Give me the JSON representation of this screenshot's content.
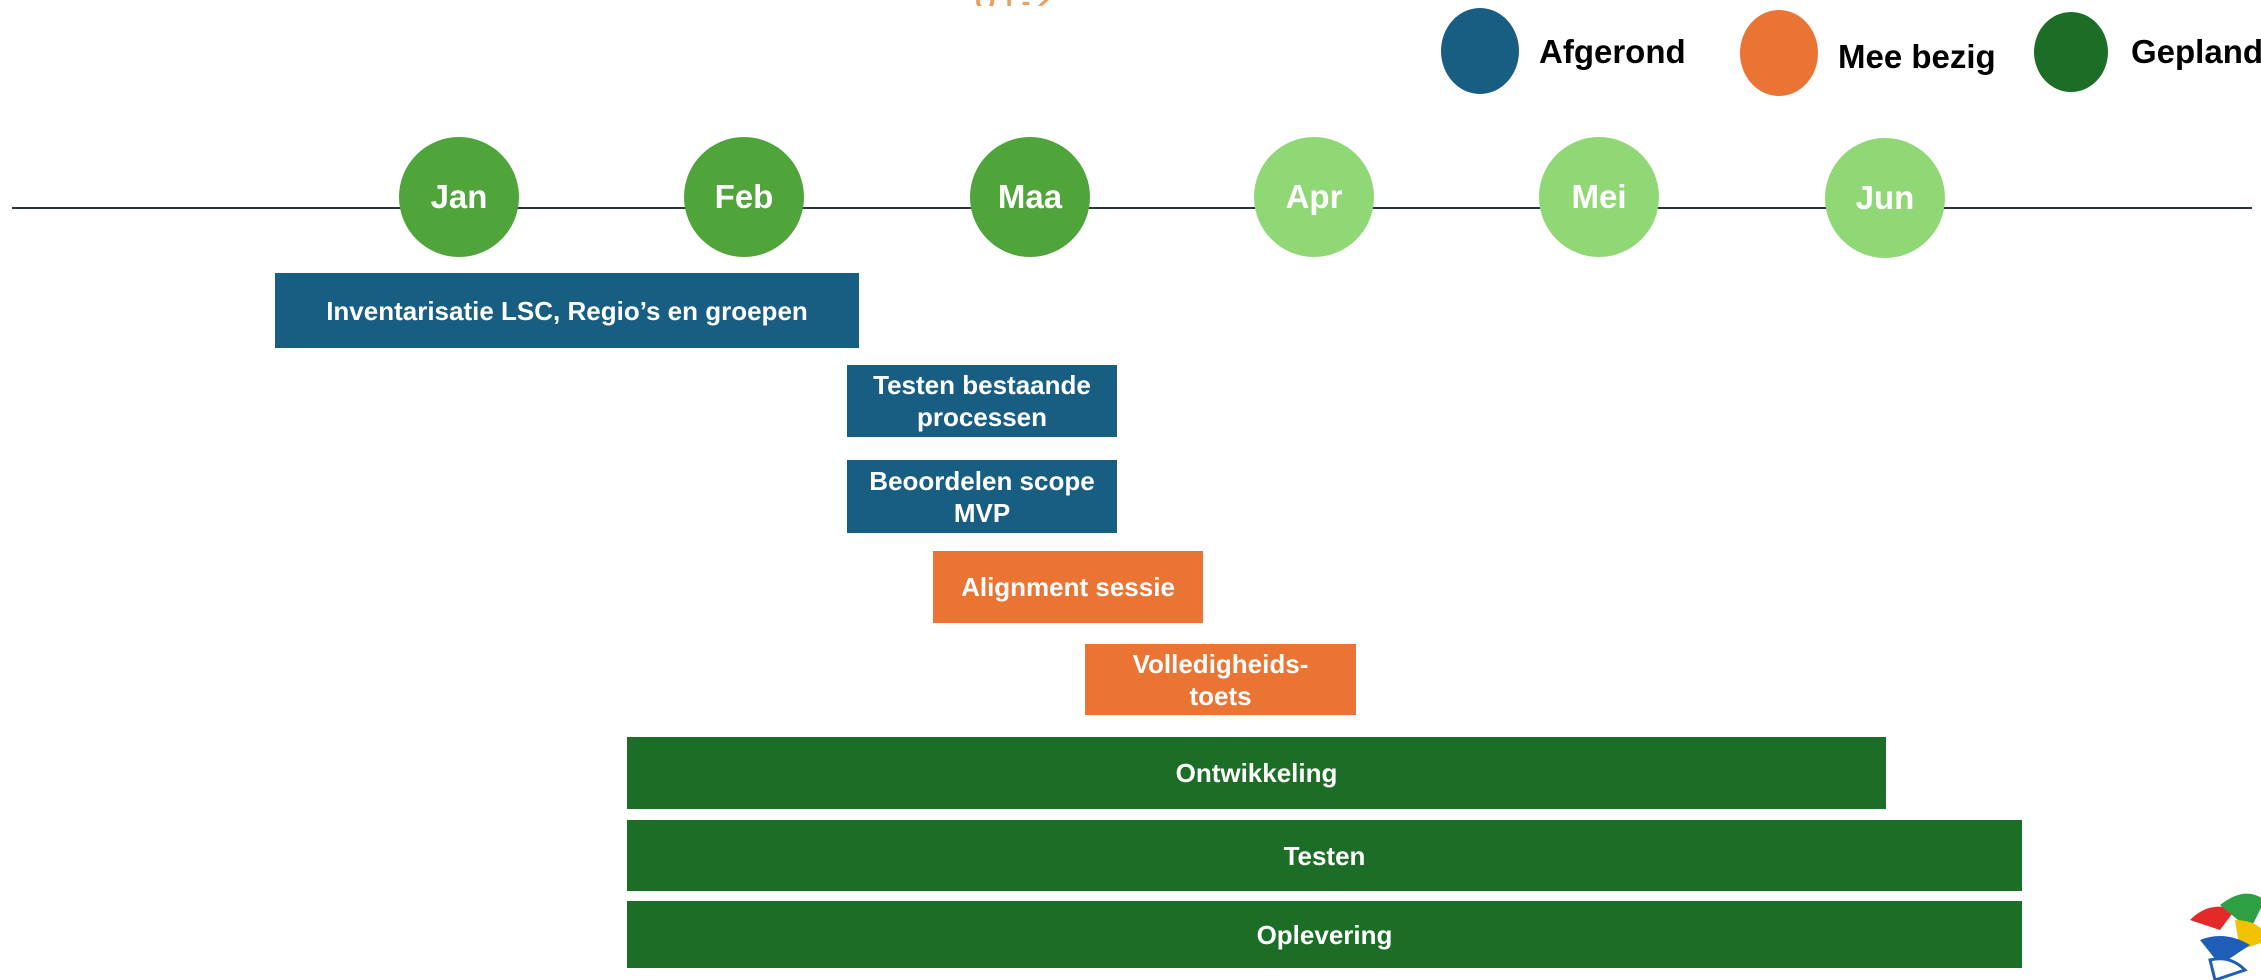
{
  "colors": {
    "done": "#175E82",
    "in_progress": "#EA7433",
    "planned": "#1C6E27",
    "month_past": "#4FA43A",
    "month_future": "#90D875"
  },
  "legend": [
    {
      "label": "Afgerond",
      "color": "#175E82"
    },
    {
      "label": "Mee bezig",
      "color": "#EA7433"
    },
    {
      "label": "Gepland",
      "color": "#1C6E27"
    }
  ],
  "months": [
    {
      "label": "Jan",
      "color": "#4FA43A"
    },
    {
      "label": "Feb",
      "color": "#4FA43A"
    },
    {
      "label": "Maa",
      "color": "#4FA43A"
    },
    {
      "label": "Apr",
      "color": "#90D875"
    },
    {
      "label": "Mei",
      "color": "#90D875"
    },
    {
      "label": "Jun",
      "color": "#90D875"
    }
  ],
  "tasks": [
    {
      "label": "Inventarisatie LSC, Regio’s en groepen",
      "status": "done"
    },
    {
      "label": "Testen bestaande processen",
      "status": "done"
    },
    {
      "label": "Beoordelen scope MVP",
      "status": "done"
    },
    {
      "label": "Alignment sessie",
      "status": "in_progress"
    },
    {
      "label": "Volledigheids-toets",
      "status": "in_progress"
    },
    {
      "label": "Ontwikkeling",
      "status": "planned"
    },
    {
      "label": "Testen",
      "status": "planned"
    },
    {
      "label": "Oplevering",
      "status": "planned"
    }
  ]
}
